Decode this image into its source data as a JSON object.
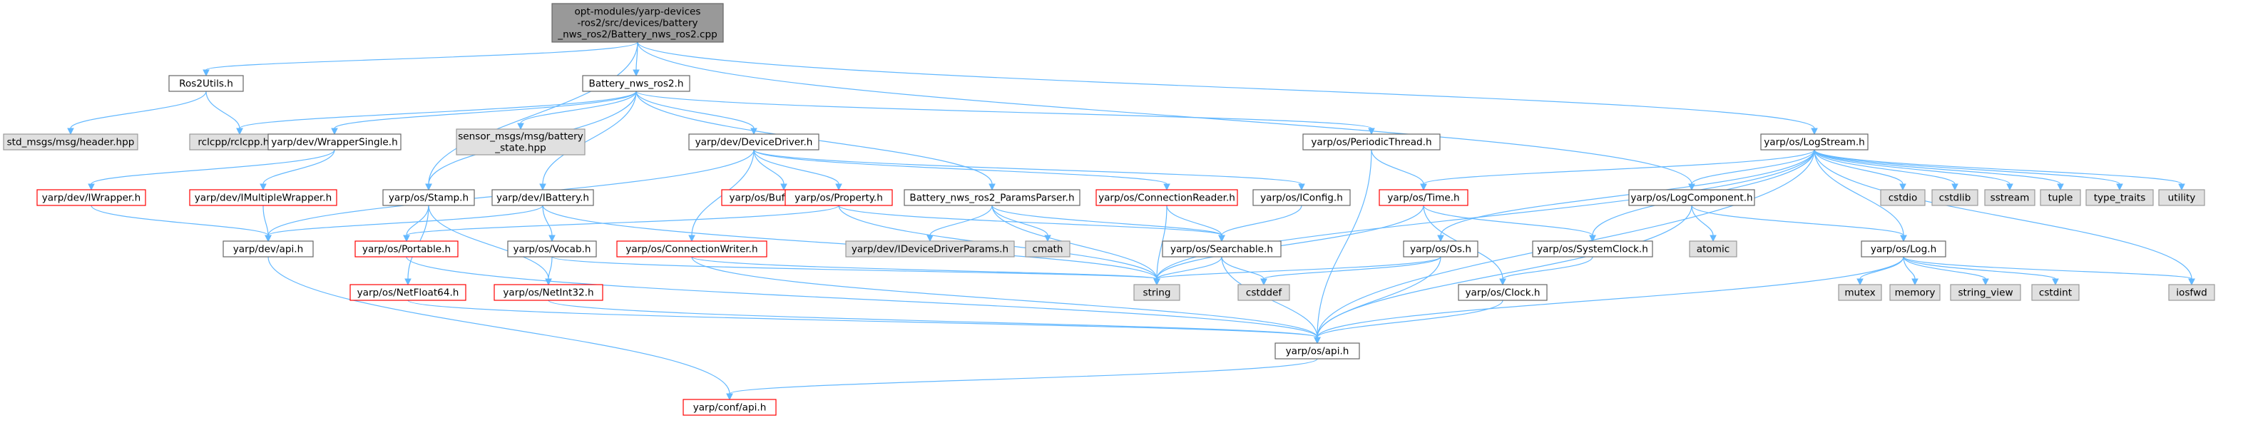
{
  "colors": {
    "root_fill": "#999999",
    "root_stroke": "#666666",
    "normal_fill": "#ffffff",
    "normal_stroke": "#666666",
    "external_fill": "#e0e0e0",
    "external_stroke": "#999999",
    "missing_stroke": "#ff0000",
    "edge": "#63b8ff"
  },
  "nodes": [
    {
      "id": "root",
      "kind": "root",
      "lines": [
        "opt-modules/yarp-devices",
        "-ros2/src/devices/battery",
        "_nws_ros2/Battery_nws_ros2.cpp"
      ]
    },
    {
      "id": "ros2utils",
      "kind": "normal",
      "lines": [
        "Ros2Utils.h"
      ]
    },
    {
      "id": "battery_nws_ros2",
      "kind": "normal",
      "lines": [
        "Battery_nws_ros2.h"
      ]
    },
    {
      "id": "std_msgs_header",
      "kind": "external",
      "lines": [
        "std_msgs/msg/header.hpp"
      ]
    },
    {
      "id": "rclcpp",
      "kind": "external",
      "lines": [
        "rclcpp/rclcpp.hpp"
      ]
    },
    {
      "id": "wrappersingle",
      "kind": "normal",
      "lines": [
        "yarp/dev/WrapperSingle.h"
      ]
    },
    {
      "id": "sensor_msgs_battery",
      "kind": "external",
      "lines": [
        "sensor_msgs/msg/battery",
        "_state.hpp"
      ]
    },
    {
      "id": "devicedriver",
      "kind": "normal",
      "lines": [
        "yarp/dev/DeviceDriver.h"
      ]
    },
    {
      "id": "periodicthread",
      "kind": "normal",
      "lines": [
        "yarp/os/PeriodicThread.h"
      ]
    },
    {
      "id": "logstream",
      "kind": "normal",
      "lines": [
        "yarp/os/LogStream.h"
      ]
    },
    {
      "id": "iwrapper",
      "kind": "missing",
      "lines": [
        "yarp/dev/IWrapper.h"
      ]
    },
    {
      "id": "imultiplewrapper",
      "kind": "missing",
      "lines": [
        "yarp/dev/IMultipleWrapper.h"
      ]
    },
    {
      "id": "stamp",
      "kind": "normal",
      "lines": [
        "yarp/os/Stamp.h"
      ]
    },
    {
      "id": "ibattery",
      "kind": "normal",
      "lines": [
        "yarp/dev/IBattery.h"
      ]
    },
    {
      "id": "bufferedport",
      "kind": "missing",
      "lines": [
        "yarp/os/BufferedPort.h"
      ]
    },
    {
      "id": "property",
      "kind": "missing",
      "lines": [
        "yarp/os/Property.h"
      ]
    },
    {
      "id": "paramsparser",
      "kind": "normal",
      "lines": [
        "Battery_nws_ros2_ParamsParser.h"
      ]
    },
    {
      "id": "connectionreader",
      "kind": "missing",
      "lines": [
        "yarp/os/ConnectionReader.h"
      ]
    },
    {
      "id": "iconfig",
      "kind": "normal",
      "lines": [
        "yarp/os/IConfig.h"
      ]
    },
    {
      "id": "time",
      "kind": "missing",
      "lines": [
        "yarp/os/Time.h"
      ]
    },
    {
      "id": "logcomponent",
      "kind": "normal",
      "lines": [
        "yarp/os/LogComponent.h"
      ]
    },
    {
      "id": "cstdio",
      "kind": "external",
      "lines": [
        "cstdio"
      ]
    },
    {
      "id": "cstdlib",
      "kind": "external",
      "lines": [
        "cstdlib"
      ]
    },
    {
      "id": "sstream",
      "kind": "external",
      "lines": [
        "sstream"
      ]
    },
    {
      "id": "tuple",
      "kind": "external",
      "lines": [
        "tuple"
      ]
    },
    {
      "id": "type_traits",
      "kind": "external",
      "lines": [
        "type_traits"
      ]
    },
    {
      "id": "utility",
      "kind": "external",
      "lines": [
        "utility"
      ]
    },
    {
      "id": "dev_api",
      "kind": "normal",
      "lines": [
        "yarp/dev/api.h"
      ]
    },
    {
      "id": "portable",
      "kind": "missing",
      "lines": [
        "yarp/os/Portable.h"
      ]
    },
    {
      "id": "vocab",
      "kind": "normal",
      "lines": [
        "yarp/os/Vocab.h"
      ]
    },
    {
      "id": "connectionwriter",
      "kind": "missing",
      "lines": [
        "yarp/os/ConnectionWriter.h"
      ]
    },
    {
      "id": "idevicedriverparams",
      "kind": "external",
      "lines": [
        "yarp/dev/IDeviceDriverParams.h"
      ]
    },
    {
      "id": "cmath",
      "kind": "external",
      "lines": [
        "cmath"
      ]
    },
    {
      "id": "searchable",
      "kind": "normal",
      "lines": [
        "yarp/os/Searchable.h"
      ]
    },
    {
      "id": "os_h",
      "kind": "normal",
      "lines": [
        "yarp/os/Os.h"
      ]
    },
    {
      "id": "systemclock",
      "kind": "normal",
      "lines": [
        "yarp/os/SystemClock.h"
      ]
    },
    {
      "id": "atomic",
      "kind": "external",
      "lines": [
        "atomic"
      ]
    },
    {
      "id": "log_h",
      "kind": "normal",
      "lines": [
        "yarp/os/Log.h"
      ]
    },
    {
      "id": "netfloat64",
      "kind": "missing",
      "lines": [
        "yarp/os/NetFloat64.h"
      ]
    },
    {
      "id": "netint32",
      "kind": "missing",
      "lines": [
        "yarp/os/NetInt32.h"
      ]
    },
    {
      "id": "string",
      "kind": "external",
      "lines": [
        "string"
      ]
    },
    {
      "id": "cstddef",
      "kind": "external",
      "lines": [
        "cstddef"
      ]
    },
    {
      "id": "clock",
      "kind": "normal",
      "lines": [
        "yarp/os/Clock.h"
      ]
    },
    {
      "id": "mutex",
      "kind": "external",
      "lines": [
        "mutex"
      ]
    },
    {
      "id": "memory",
      "kind": "external",
      "lines": [
        "memory"
      ]
    },
    {
      "id": "string_view",
      "kind": "external",
      "lines": [
        "string_view"
      ]
    },
    {
      "id": "cstdint",
      "kind": "external",
      "lines": [
        "cstdint"
      ]
    },
    {
      "id": "iosfwd",
      "kind": "external",
      "lines": [
        "iosfwd"
      ]
    },
    {
      "id": "os_api",
      "kind": "normal",
      "lines": [
        "yarp/os/api.h"
      ]
    },
    {
      "id": "conf_api",
      "kind": "missing",
      "lines": [
        "yarp/conf/api.h"
      ]
    }
  ],
  "edges": [
    [
      "root",
      "ros2utils"
    ],
    [
      "root",
      "battery_nws_ros2"
    ],
    [
      "root",
      "stamp"
    ],
    [
      "root",
      "logcomponent"
    ],
    [
      "root",
      "logstream"
    ],
    [
      "ros2utils",
      "std_msgs_header"
    ],
    [
      "ros2utils",
      "rclcpp"
    ],
    [
      "battery_nws_ros2",
      "rclcpp"
    ],
    [
      "battery_nws_ros2",
      "wrappersingle"
    ],
    [
      "battery_nws_ros2",
      "sensor_msgs_battery"
    ],
    [
      "battery_nws_ros2",
      "devicedriver"
    ],
    [
      "battery_nws_ros2",
      "periodicthread"
    ],
    [
      "battery_nws_ros2",
      "stamp"
    ],
    [
      "battery_nws_ros2",
      "ibattery"
    ],
    [
      "battery_nws_ros2",
      "paramsparser"
    ],
    [
      "wrappersingle",
      "iwrapper"
    ],
    [
      "wrappersingle",
      "imultiplewrapper"
    ],
    [
      "iwrapper",
      "dev_api"
    ],
    [
      "imultiplewrapper",
      "dev_api"
    ],
    [
      "devicedriver",
      "dev_api"
    ],
    [
      "devicedriver",
      "bufferedport"
    ],
    [
      "devicedriver",
      "property"
    ],
    [
      "devicedriver",
      "connectionreader"
    ],
    [
      "devicedriver",
      "connectionwriter"
    ],
    [
      "devicedriver",
      "iconfig"
    ],
    [
      "periodicthread",
      "time"
    ],
    [
      "periodicthread",
      "os_api"
    ],
    [
      "stamp",
      "portable"
    ],
    [
      "stamp",
      "netint32"
    ],
    [
      "stamp",
      "netfloat64"
    ],
    [
      "ibattery",
      "dev_api"
    ],
    [
      "ibattery",
      "vocab"
    ],
    [
      "ibattery",
      "string"
    ],
    [
      "property",
      "portable"
    ],
    [
      "property",
      "searchable"
    ],
    [
      "property",
      "string"
    ],
    [
      "paramsparser",
      "idevicedriverparams"
    ],
    [
      "paramsparser",
      "cmath"
    ],
    [
      "paramsparser",
      "string"
    ],
    [
      "paramsparser",
      "searchable"
    ],
    [
      "connectionreader",
      "searchable"
    ],
    [
      "connectionreader",
      "string"
    ],
    [
      "connectionwriter",
      "string"
    ],
    [
      "connectionwriter",
      "os_api"
    ],
    [
      "iconfig",
      "searchable"
    ],
    [
      "time",
      "string"
    ],
    [
      "time",
      "systemclock"
    ],
    [
      "time",
      "clock"
    ],
    [
      "logstream",
      "string"
    ],
    [
      "logstream",
      "time"
    ],
    [
      "logstream",
      "os_h"
    ],
    [
      "logstream",
      "systemclock"
    ],
    [
      "logstream",
      "logcomponent"
    ],
    [
      "logstream",
      "log_h"
    ],
    [
      "logstream",
      "cstdio"
    ],
    [
      "logstream",
      "cstdlib"
    ],
    [
      "logstream",
      "sstream"
    ],
    [
      "logstream",
      "tuple"
    ],
    [
      "logstream",
      "type_traits"
    ],
    [
      "logstream",
      "utility"
    ],
    [
      "logstream",
      "iosfwd"
    ],
    [
      "logstream",
      "os_api"
    ],
    [
      "logcomponent",
      "atomic"
    ],
    [
      "logcomponent",
      "log_h"
    ],
    [
      "logcomponent",
      "os_api"
    ],
    [
      "dev_api",
      "conf_api"
    ],
    [
      "portable",
      "os_api"
    ],
    [
      "vocab",
      "netint32"
    ],
    [
      "vocab",
      "string"
    ],
    [
      "searchable",
      "string"
    ],
    [
      "searchable",
      "cstddef"
    ],
    [
      "searchable",
      "os_api"
    ],
    [
      "os_h",
      "string"
    ],
    [
      "os_h",
      "cstddef"
    ],
    [
      "os_h",
      "os_api"
    ],
    [
      "systemclock",
      "clock"
    ],
    [
      "clock",
      "os_api"
    ],
    [
      "log_h",
      "mutex"
    ],
    [
      "log_h",
      "memory"
    ],
    [
      "log_h",
      "string_view"
    ],
    [
      "log_h",
      "cstdint"
    ],
    [
      "log_h",
      "iosfwd"
    ],
    [
      "log_h",
      "os_api"
    ],
    [
      "netfloat64",
      "os_api"
    ],
    [
      "netint32",
      "os_api"
    ],
    [
      "os_api",
      "conf_api"
    ]
  ]
}
